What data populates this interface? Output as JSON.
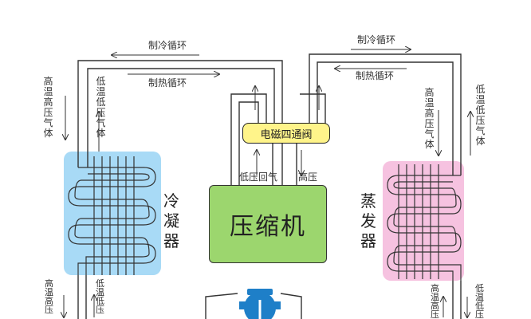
{
  "labels": {
    "cool_cycle_left": "制冷循环",
    "cool_cycle_right": "制冷循环",
    "heat_cycle_left": "制热循环",
    "heat_cycle_right": "制热循环",
    "valve": "电磁四通阀",
    "compressor": "压缩机",
    "condenser": "冷凝器",
    "evaporator": "蒸发器",
    "low_pressure_return": "低压回气",
    "high_pressure": "高压",
    "left_top_outer": "高温高压气体",
    "left_top_inner": "低温低压气体",
    "right_top_inner": "高温高压气体",
    "right_top_outer": "低温低压气体",
    "left_bottom_outer": "高温高压",
    "left_bottom_inner": "低温低压",
    "right_bottom_inner": "高温高压",
    "right_bottom_outer": "低温低压"
  },
  "colors": {
    "condenser": "#a8daf6",
    "evaporator": "#f6c2e0",
    "compressor": "#9cd66e",
    "valve": "#fff48a",
    "expansion_valve": "#1e7fc8"
  }
}
